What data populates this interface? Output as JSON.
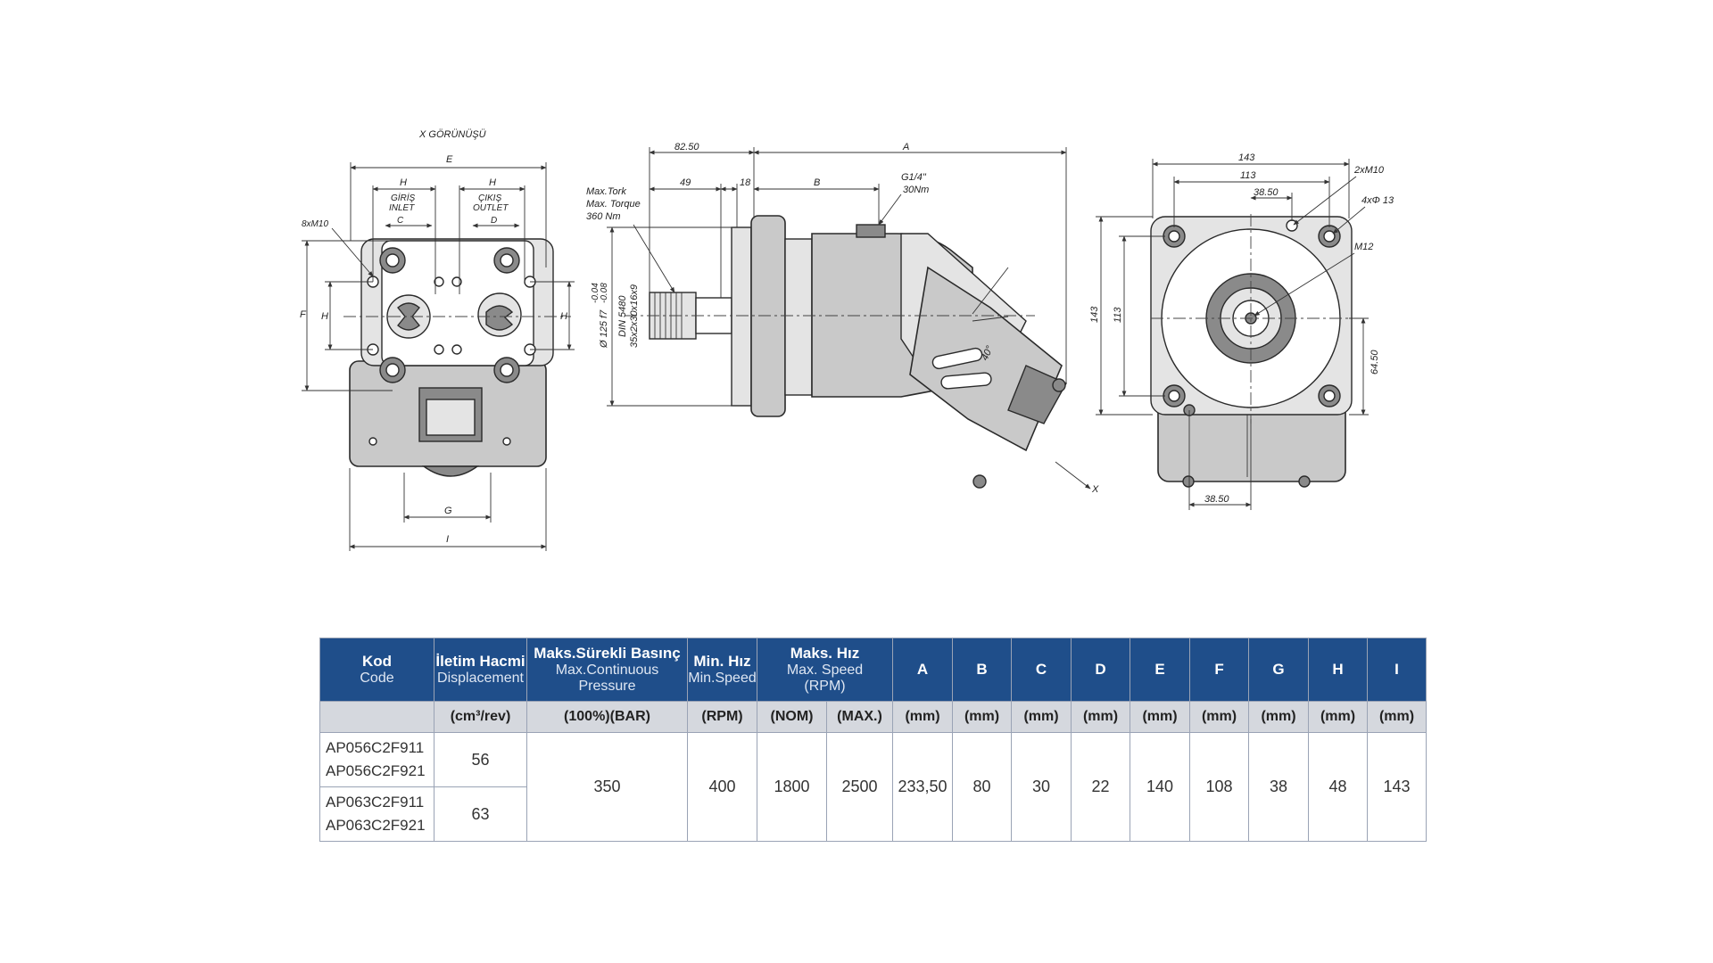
{
  "drawing": {
    "view_title": "X GÖRÜNÜŞÜ",
    "left_view": {
      "labels": {
        "E": "E",
        "H_left": "H",
        "H_right": "H",
        "F": "F",
        "H_side_left": "H",
        "H_side_right": "H",
        "G": "G",
        "I": "I",
        "C": "C",
        "D": "D",
        "inlet_tr": "GİRİŞ",
        "inlet_en": "INLET",
        "outlet_tr": "ÇIKIŞ",
        "outlet_en": "OUTLET",
        "thread": "8xM10"
      }
    },
    "side_view": {
      "labels": {
        "dim_8250": "82.50",
        "dim_A": "A",
        "dim_49": "49",
        "dim_18": "18",
        "dim_B": "B",
        "port": "G1/4\"",
        "port_torque": "30Nm",
        "torque_tr": "Max.Tork",
        "torque_en": "Max. Torque",
        "torque_val": "360 Nm",
        "shaft_dia": "Ø 125 f7",
        "tol_upper": "-0.04",
        "tol_lower": "-0.08",
        "spline_std": "DIN 5480",
        "spline": "35x2x30x16x9",
        "angle": "40°",
        "x_dir": "X"
      }
    },
    "front_view": {
      "labels": {
        "dim_143_top": "143",
        "dim_113_top": "113",
        "dim_3850_top": "38.50",
        "dim_143_left": "143",
        "dim_113_left": "113",
        "dim_6450": "64.50",
        "dim_3850_bottom": "38.50",
        "thread_2xm10": "2xM10",
        "holes": "4xΦ 13",
        "m12": "M12"
      }
    }
  },
  "table": {
    "headers": {
      "kod_tr": "Kod",
      "kod_en": "Code",
      "disp_tr": "İletim Hacmi",
      "disp_en": "Displacement",
      "press_tr": "Maks.Sürekli Basınç",
      "press_en": "Max.Continuous Pressure",
      "min_tr": "Min. Hız",
      "min_en": "Min.Speed",
      "max_tr": "Maks. Hız",
      "max_en": "Max. Speed",
      "max_unit": "(RPM)",
      "A": "A",
      "B": "B",
      "C": "C",
      "D": "D",
      "E": "E",
      "F": "F",
      "G": "G",
      "H": "H",
      "I": "I"
    },
    "units": {
      "disp": "(cm³/rev)",
      "press": "(100%)(BAR)",
      "min": "(RPM)",
      "nom": "(NOM)",
      "max": "(MAX.)",
      "A": "(mm)",
      "B": "(mm)",
      "C": "(mm)",
      "D": "(mm)",
      "E": "(mm)",
      "F": "(mm)",
      "G": "(mm)",
      "H": "(mm)",
      "I": "(mm)"
    },
    "rows": [
      {
        "code_1": "AP056C2F911",
        "code_2": "AP056C2F921",
        "displacement": "56"
      },
      {
        "code_1": "AP063C2F911",
        "code_2": "AP063C2F921",
        "displacement": "63"
      }
    ],
    "shared": {
      "pressure": "350",
      "min_speed": "400",
      "nom_speed": "1800",
      "max_speed": "2500",
      "A": "233,50",
      "B": "80",
      "C": "30",
      "D": "22",
      "E": "140",
      "F": "108",
      "G": "38",
      "H": "48",
      "I": "143"
    }
  }
}
